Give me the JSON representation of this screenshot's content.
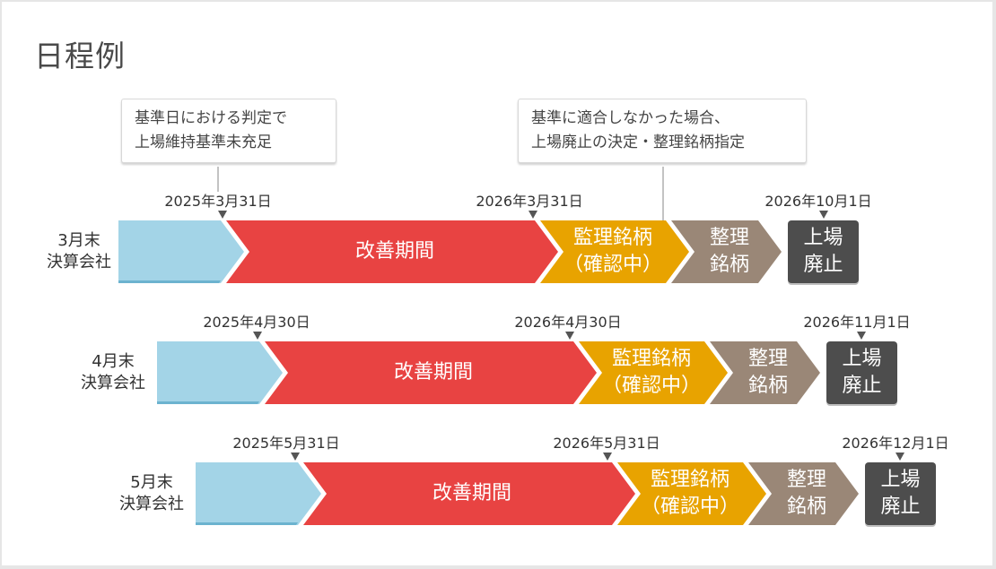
{
  "title": "日程例",
  "notes": [
    {
      "line1": "基準日における判定で",
      "line2": "上場維持基準未充足"
    },
    {
      "line1": "基準に適合しなかった場合、",
      "line2": "上場廃止の決定・整理銘柄指定"
    }
  ],
  "phases": {
    "improvement": "改善期間",
    "supervision_line1": "監理銘柄",
    "supervision_line2": "（確認中）",
    "liquidation_line1": "整理",
    "liquidation_line2": "銘柄",
    "delisting_line1": "上場",
    "delisting_line2": "廃止"
  },
  "colors": {
    "pre": "#a3d4e7",
    "pre_edge": "#6cb3cf",
    "improvement": "#e84342",
    "supervision": "#e8a300",
    "liquidation": "#9a8777",
    "delisting": "#4d4d4d"
  },
  "rows": [
    {
      "label_line1": "3月末",
      "label_line2": "決算会社",
      "date_start": "2025年3月31日",
      "date_review": "2026年3月31日",
      "date_delist": "2026年10月1日"
    },
    {
      "label_line1": "4月末",
      "label_line2": "決算会社",
      "date_start": "2025年4月30日",
      "date_review": "2026年4月30日",
      "date_delist": "2026年11月1日"
    },
    {
      "label_line1": "5月末",
      "label_line2": "決算会社",
      "date_start": "2025年5月31日",
      "date_review": "2026年5月31日",
      "date_delist": "2026年12月1日"
    }
  ]
}
